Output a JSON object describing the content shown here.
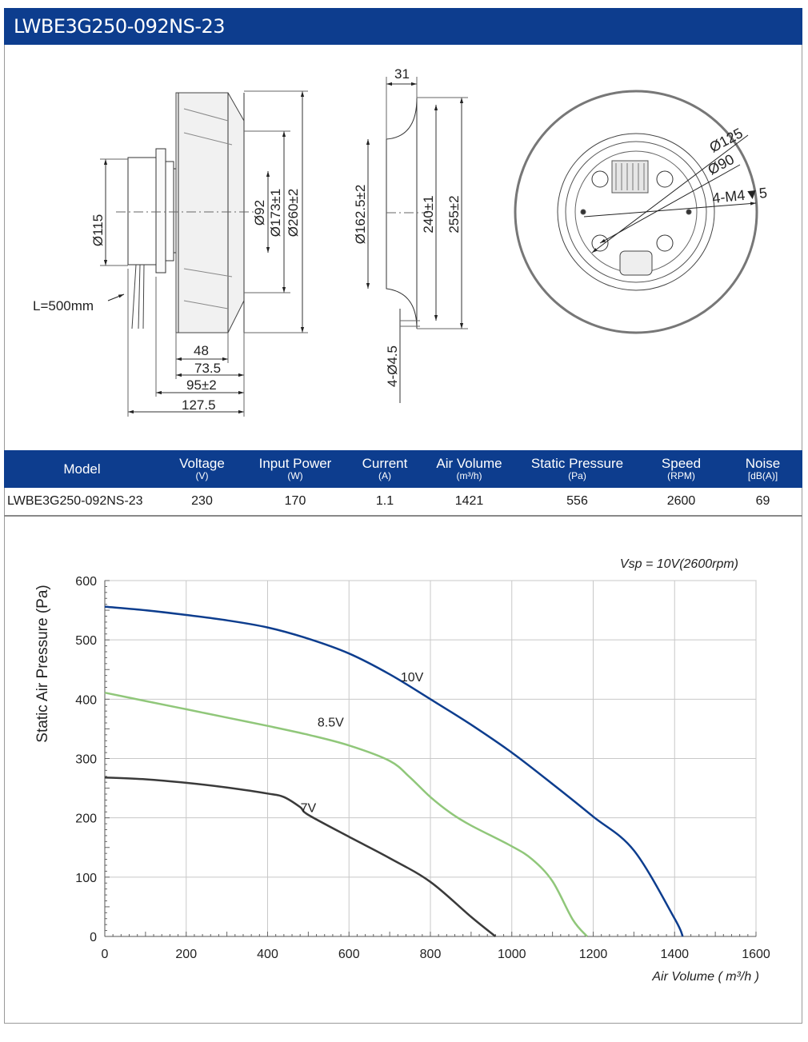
{
  "header": {
    "title": "LWBE3G250-092NS-23"
  },
  "drawing": {
    "side": {
      "d115": "Ø115",
      "d92": "Ø92",
      "d173": "Ø173±1",
      "d260": "Ø260±2",
      "cable": "L=500mm",
      "w48": "48",
      "w73": "73.5",
      "w95": "95±2",
      "w127": "127.5"
    },
    "section": {
      "w31": "31",
      "d162": "Ø162.5±2",
      "h240": "240±1",
      "h255": "255±2",
      "holes": "4-Ø4.5"
    },
    "front": {
      "d125": "Ø125",
      "d90": "Ø90",
      "thread": "4-M4▼5"
    }
  },
  "specs": {
    "headers": [
      {
        "label": "Model",
        "unit": ""
      },
      {
        "label": "Voltage",
        "unit": "(V)"
      },
      {
        "label": "Input Power",
        "unit": "(W)"
      },
      {
        "label": "Current",
        "unit": "(A)"
      },
      {
        "label": "Air Volume",
        "unit": "(m³/h)"
      },
      {
        "label": "Static Pressure",
        "unit": "(Pa)"
      },
      {
        "label": "Speed",
        "unit": "(RPM)"
      },
      {
        "label": "Noise",
        "unit": "[dB(A)]"
      }
    ],
    "row": [
      "LWBE3G250-092NS-23",
      "230",
      "170",
      "1.1",
      "1421",
      "556",
      "2600",
      "69"
    ]
  },
  "chart_data": {
    "type": "line",
    "annotation": "Vsp = 10V(2600rpm)",
    "xlabel": "Air Volume ( m³/h )",
    "ylabel": "Static Air Pressure  (Pa)",
    "xlim": [
      0,
      1600
    ],
    "ylim": [
      0,
      600
    ],
    "xticks": [
      0,
      200,
      400,
      600,
      800,
      1000,
      1200,
      1400,
      1600
    ],
    "yticks": [
      0,
      100,
      200,
      300,
      400,
      500,
      600
    ],
    "grid": true,
    "series": [
      {
        "name": "10V",
        "color": "#0d3d8e",
        "label_at": [
          755,
          430
        ],
        "x": [
          0,
          100,
          200,
          300,
          400,
          500,
          600,
          700,
          800,
          900,
          1000,
          1100,
          1200,
          1300,
          1400,
          1420
        ],
        "y": [
          556,
          550,
          542,
          533,
          521,
          502,
          477,
          442,
          400,
          357,
          310,
          257,
          202,
          145,
          30,
          0
        ]
      },
      {
        "name": "8.5V",
        "color": "#90c77a",
        "label_at": [
          555,
          354
        ],
        "x": [
          0,
          100,
          200,
          300,
          400,
          500,
          600,
          700,
          750,
          800,
          850,
          900,
          1000,
          1050,
          1100,
          1150,
          1185
        ],
        "y": [
          411,
          397,
          383,
          369,
          355,
          340,
          322,
          296,
          268,
          235,
          208,
          187,
          152,
          130,
          93,
          28,
          0
        ]
      },
      {
        "name": "7V",
        "color": "#3a3a3a",
        "label_at": [
          500,
          210
        ],
        "x": [
          0,
          100,
          200,
          300,
          400,
          440,
          480,
          500,
          600,
          700,
          800,
          900,
          960
        ],
        "y": [
          268,
          265,
          259,
          251,
          241,
          235,
          218,
          205,
          168,
          132,
          92,
          33,
          0
        ]
      }
    ]
  }
}
